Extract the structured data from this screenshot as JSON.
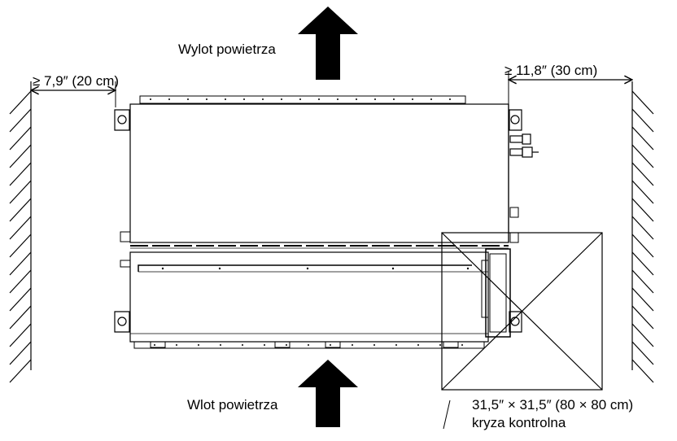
{
  "labels": {
    "air_outlet": "Wylot powietrza",
    "air_inlet": "Wlot powietrza",
    "clearance_left": "≥ 7,9″ (20 cm)",
    "clearance_right": "≥ 11,8″ (30 cm)",
    "access_panel_size": "31,5″ × 31,5″ (80 × 80 cm)",
    "access_panel_name": "kryza kontrolna"
  },
  "colors": {
    "line": "#000000",
    "arrow": "#000000",
    "background": "#ffffff"
  },
  "icons": {
    "outlet_arrow": "arrow-up-icon",
    "inlet_arrow": "arrow-up-icon"
  }
}
